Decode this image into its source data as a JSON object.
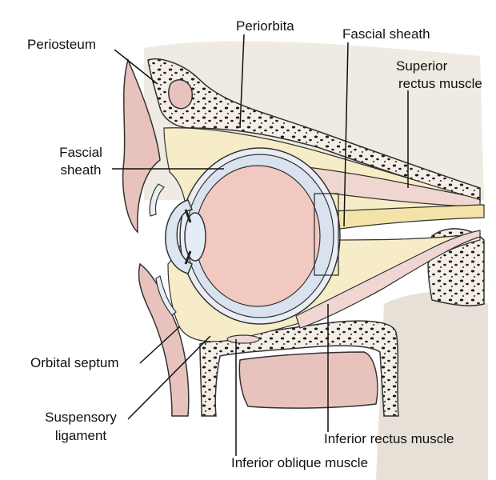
{
  "labels": {
    "periosteum": "Periosteum",
    "periorbita": "Periorbita",
    "fascial_sheath_top": "Fascial sheath",
    "superior_rectus_1": "Superior",
    "superior_rectus_2": "rectus muscle",
    "fascial_sheath_left_1": "Fascial",
    "fascial_sheath_left_2": "sheath",
    "orbital_septum": "Orbital septum",
    "suspensory_1": "Suspensory",
    "suspensory_2": "ligament",
    "inferior_rectus": "Inferior rectus muscle",
    "inferior_oblique": "Inferior oblique muscle"
  },
  "colors": {
    "bone": "#f4eee6",
    "bone_pores": "#1a1a1a",
    "fat": "#f6ecc8",
    "muscle": "#f0d6d0",
    "eyeball": "#f2c9c0",
    "skin": "#e8c3bd",
    "sclera": "#e9eef5",
    "nerve": "#f3e3a8",
    "outline": "#333333",
    "background_tissue": "#e9e4dc"
  }
}
